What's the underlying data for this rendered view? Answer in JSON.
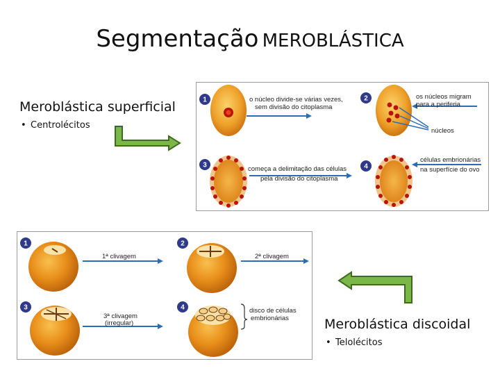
{
  "title": {
    "main": "Segmentação",
    "emphasis": "MEROBLÁSTICA"
  },
  "superficial": {
    "heading": "Meroblástica superficial",
    "bullet": "Centrolécitos",
    "panel": {
      "steps": [
        "1",
        "2",
        "3",
        "4"
      ],
      "label1_line1": "o núcleo divide-se várias vezes,",
      "label1_line2": "sem divisão do citoplasma",
      "label2_line1": "os núcleos migram",
      "label2_line2": "para a periferia",
      "label2_nuclei": "núcleos",
      "label3_line1": "começa a delimitação das células",
      "label3_line2": "pela divisão do citoplasma",
      "label4_line1": "células embrionárias",
      "label4_line2": "na superfície do ovo"
    }
  },
  "discoidal": {
    "heading": "Meroblástica discoidal",
    "bullet": "Telolécitos",
    "panel": {
      "steps": [
        "1",
        "2",
        "3",
        "4"
      ],
      "label1": "1ª clivagem",
      "label2": "2ª clivagem",
      "label3_line1": "3ª clivagem",
      "label3_line2": "(irregular)",
      "label4_line1": "disco de células",
      "label4_line2": "embrionárias"
    }
  },
  "colors": {
    "arrow_fill": "#7ab648",
    "arrow_stroke": "#3e6a1e",
    "egg": "#e8931a",
    "egg_dark": "#c76a0c",
    "step_circle": "#2f3a8a",
    "blue_arrow": "#2b6cb5"
  }
}
